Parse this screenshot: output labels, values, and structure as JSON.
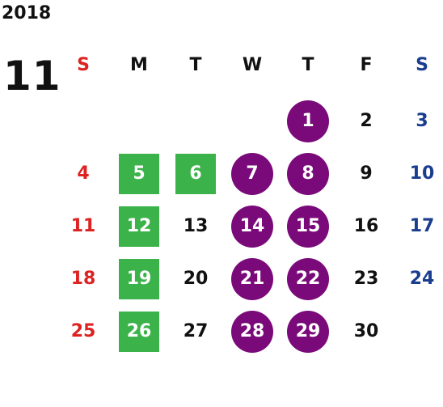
{
  "calendar": {
    "year": "2018",
    "month": "11",
    "weekdays": [
      {
        "label": "S",
        "type": "sun"
      },
      {
        "label": "M",
        "type": "wk"
      },
      {
        "label": "T",
        "type": "wk"
      },
      {
        "label": "W",
        "type": "wk"
      },
      {
        "label": "T",
        "type": "wk"
      },
      {
        "label": "F",
        "type": "wk"
      },
      {
        "label": "S",
        "type": "sat"
      }
    ],
    "days": [
      {
        "label": "1",
        "col": 4,
        "row": 0,
        "mark": "purple"
      },
      {
        "label": "2",
        "col": 5,
        "row": 0,
        "mark": "none"
      },
      {
        "label": "3",
        "col": 6,
        "row": 0,
        "mark": "none"
      },
      {
        "label": "4",
        "col": 0,
        "row": 1,
        "mark": "none"
      },
      {
        "label": "5",
        "col": 1,
        "row": 1,
        "mark": "green"
      },
      {
        "label": "6",
        "col": 2,
        "row": 1,
        "mark": "green"
      },
      {
        "label": "7",
        "col": 3,
        "row": 1,
        "mark": "purple"
      },
      {
        "label": "8",
        "col": 4,
        "row": 1,
        "mark": "purple"
      },
      {
        "label": "9",
        "col": 5,
        "row": 1,
        "mark": "none"
      },
      {
        "label": "10",
        "col": 6,
        "row": 1,
        "mark": "none"
      },
      {
        "label": "11",
        "col": 0,
        "row": 2,
        "mark": "none"
      },
      {
        "label": "12",
        "col": 1,
        "row": 2,
        "mark": "green"
      },
      {
        "label": "13",
        "col": 2,
        "row": 2,
        "mark": "none"
      },
      {
        "label": "14",
        "col": 3,
        "row": 2,
        "mark": "purple"
      },
      {
        "label": "15",
        "col": 4,
        "row": 2,
        "mark": "purple"
      },
      {
        "label": "16",
        "col": 5,
        "row": 2,
        "mark": "none"
      },
      {
        "label": "17",
        "col": 6,
        "row": 2,
        "mark": "none"
      },
      {
        "label": "18",
        "col": 0,
        "row": 3,
        "mark": "none"
      },
      {
        "label": "19",
        "col": 1,
        "row": 3,
        "mark": "green"
      },
      {
        "label": "20",
        "col": 2,
        "row": 3,
        "mark": "none"
      },
      {
        "label": "21",
        "col": 3,
        "row": 3,
        "mark": "purple"
      },
      {
        "label": "22",
        "col": 4,
        "row": 3,
        "mark": "purple"
      },
      {
        "label": "23",
        "col": 5,
        "row": 3,
        "mark": "none"
      },
      {
        "label": "24",
        "col": 6,
        "row": 3,
        "mark": "none"
      },
      {
        "label": "25",
        "col": 0,
        "row": 4,
        "mark": "none"
      },
      {
        "label": "26",
        "col": 1,
        "row": 4,
        "mark": "green"
      },
      {
        "label": "27",
        "col": 2,
        "row": 4,
        "mark": "none"
      },
      {
        "label": "28",
        "col": 3,
        "row": 4,
        "mark": "purple"
      },
      {
        "label": "29",
        "col": 4,
        "row": 4,
        "mark": "purple"
      },
      {
        "label": "30",
        "col": 5,
        "row": 4,
        "mark": "none"
      }
    ]
  },
  "colors": {
    "sunday": "#dd2222",
    "saturday": "#1a3d8f",
    "weekday": "#111111",
    "green_mark": "#3cb34a",
    "purple_mark": "#7a0a7a"
  }
}
